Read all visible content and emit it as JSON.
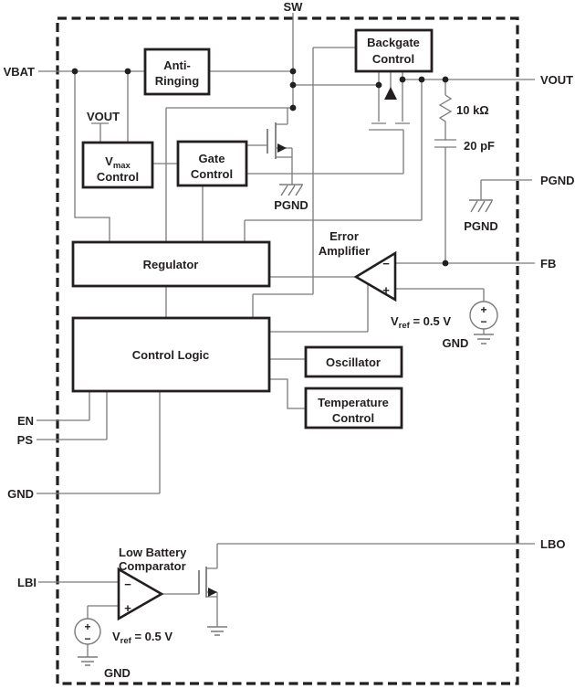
{
  "colors": {
    "wire": "#7a7a7a",
    "ink": "#231f20",
    "background": "#ffffff"
  },
  "pins": {
    "sw": "SW",
    "vbat": "VBAT",
    "vout": "VOUT",
    "pgnd": "PGND",
    "fb": "FB",
    "en": "EN",
    "ps": "PS",
    "gnd": "GND",
    "lbi": "LBI",
    "lbo": "LBO"
  },
  "blocks": {
    "anti_ringing": {
      "line1": "Anti-",
      "line2": "Ringing"
    },
    "backgate_control": {
      "line1": "Backgate",
      "line2": "Control"
    },
    "vmax_control": {
      "v": "V",
      "sub": "max",
      "line2": "Control"
    },
    "gate_control": {
      "line1": "Gate",
      "line2": "Control"
    },
    "regulator": {
      "label": "Regulator"
    },
    "control_logic": {
      "label": "Control Logic"
    },
    "oscillator": {
      "label": "Oscillator"
    },
    "temperature_control": {
      "line1": "Temperature",
      "line2": "Control"
    }
  },
  "analog": {
    "error_amplifier": {
      "line1": "Error",
      "line2": "Amplifier",
      "minus": "−",
      "plus": "+"
    },
    "low_battery_comparator": {
      "line1": "Low Battery",
      "line2": "Comparator",
      "minus": "−",
      "plus": "+"
    },
    "vref_main": {
      "v": "V",
      "sub": "ref",
      "value": " = 0.5 V",
      "gnd": "GND",
      "plus": "+",
      "minus": "−"
    },
    "vref_lbi": {
      "v": "V",
      "sub": "ref",
      "value": " = 0.5 V",
      "gnd": "GND",
      "plus": "+",
      "minus": "−"
    },
    "feedback_resistor": "10 kΩ",
    "feedback_capacitor": "20 pF",
    "vout_sense_label": "VOUT",
    "pgnd_switch_label": "PGND",
    "pgnd_inner_label": "PGND"
  }
}
